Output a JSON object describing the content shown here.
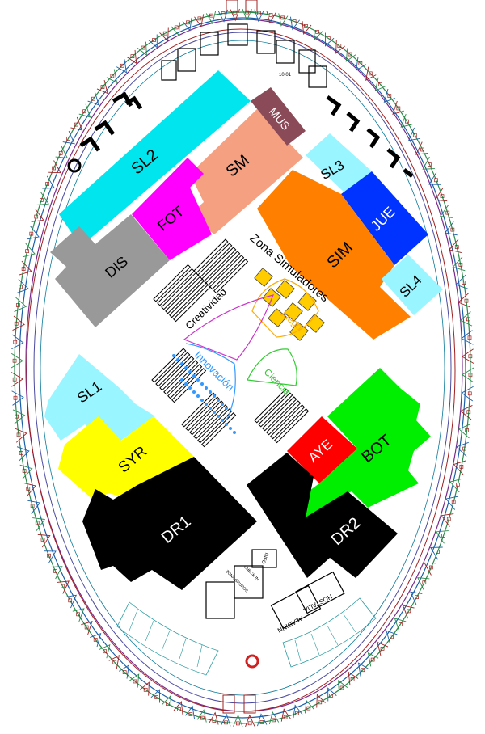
{
  "colors": {
    "sl2": "#00e5ee",
    "sm": "#f5a080",
    "mus": "#8b4a57",
    "fot": "#ff00ff",
    "dis": "#999999",
    "sl3": "#99f5ff",
    "jue": "#0033ff",
    "sim": "#ff8000",
    "sl4": "#99f5ff",
    "sl1": "#99f5ff",
    "syr": "#ffff00",
    "dr1": "#000000",
    "aye": "#ff0000",
    "bot": "#00ee00",
    "dr2": "#000000",
    "creatividad": "#cc33cc",
    "innovacion": "#3399ff",
    "ciencia": "#33cc33",
    "juego": "#ffaa00"
  },
  "zones": {
    "sl2": "SL2",
    "sm": "SM",
    "mus": "MUS",
    "fot": "FOT",
    "dis": "DIS",
    "sl3": "SL3",
    "jue": "JUE",
    "sim": "SIM",
    "sl4": "SL4",
    "sl1": "SL1",
    "syr": "SYR",
    "dr1": "DR1",
    "aye": "AYE",
    "bot": "BOT",
    "dr2": "DR2"
  },
  "areas": {
    "zona_simuladores": "Zona Simuladores",
    "creatividad": "Creatividad",
    "innovacion": "Innovación",
    "ciencia": "Ciencia",
    "juego": "Juego"
  },
  "entrance": {
    "aladinn": "ALADINN",
    "hostalia": "HOSTALIA",
    "info": "INFO",
    "check_in": "CHECK-IN",
    "zona_grupos": "ZONA GRUPOS"
  },
  "misc": {
    "top_code": "10.01"
  }
}
